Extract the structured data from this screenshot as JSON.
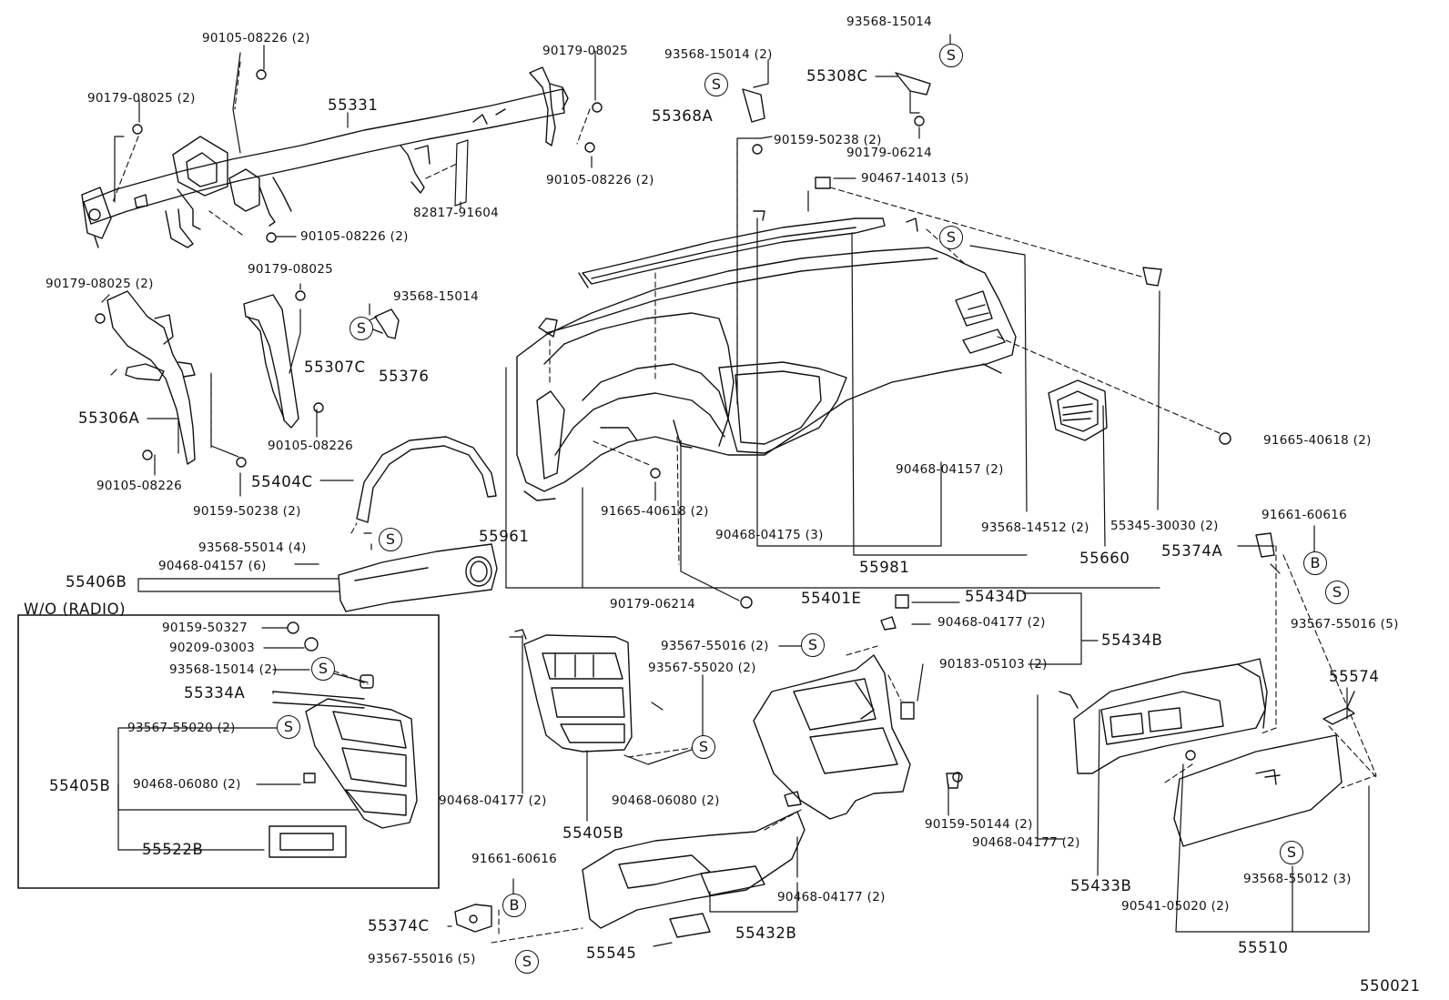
{
  "diagram_code": "550021",
  "section_title": "W/O (RADIO)",
  "symbols": {
    "s": "S",
    "b": "B"
  },
  "parts": {
    "p55331": "55331",
    "p90105_08226_2a": "90105-08226 (2)",
    "p90179_08025_2a": "90179-08025 (2)",
    "p90179_08025a": "90179-08025",
    "p90105_08226_2b": "90105-08226 (2)",
    "p82817_91604": "82817-91604",
    "p90105_08226_2c": "90105-08226 (2)",
    "p93568_15014_2": "93568-15014 (2)",
    "p55368A": "55368A",
    "p90159_50238_2a": "90159-50238 (2)",
    "p93568_15014a": "93568-15014",
    "p55308C": "55308C",
    "p90179_06214a": "90179-06214",
    "p90467_14013_5": "90467-14013 (5)",
    "p90179_08025_2b": "90179-08025 (2)",
    "p90179_08025b": "90179-08025",
    "p93568_15014b": "93568-15014",
    "p55307C": "55307C",
    "p55376": "55376",
    "p55306A": "55306A",
    "p90105_08226a": "90105-08226",
    "p90105_08226b": "90105-08226",
    "p90159_50238_2b": "90159-50238 (2)",
    "p55404C": "55404C",
    "p91665_40618_2a": "91665-40618 (2)",
    "p90468_04157_2": "90468-04157 (2)",
    "p91665_40618_2b": "91665-40618 (2)",
    "p55961": "55961",
    "p90468_04175_3": "90468-04175 (3)",
    "p55981": "55981",
    "p93568_14512_2": "93568-14512 (2)",
    "p55345_30030_2": "55345-30030 (2)",
    "p91661_60616a": "91661-60616",
    "p55660": "55660",
    "p55374A": "55374A",
    "p93568_55014_4": "93568-55014 (4)",
    "p90468_04157_6": "90468-04157 (6)",
    "p55406B": "55406B",
    "p90179_06214b": "90179-06214",
    "p55401E": "55401E",
    "p93567_55016_5a": "93567-55016 (5)",
    "p55434D": "55434D",
    "p90468_04177_2a": "90468-04177 (2)",
    "p55434B": "55434B",
    "p90183_05103_2": "90183-05103 (2)",
    "p90159_50327": "90159-50327",
    "p90209_03003": "90209-03003",
    "p93568_15014_2b": "93568-15014 (2)",
    "p55334A": "55334A",
    "p93567_55020_2a": "93567-55020 (2)",
    "p55405Ba": "55405B",
    "p90468_06080_2a": "90468-06080 (2)",
    "p55522B": "55522B",
    "p93567_55016_2": "93567-55016 (2)",
    "p93567_55020_2b": "93567-55020 (2)",
    "p90468_04177_2b": "90468-04177 (2)",
    "p90468_06080_2b": "90468-06080 (2)",
    "p55405Bb": "55405B",
    "p55574": "55574",
    "p90159_50144_2": "90159-50144 (2)",
    "p90468_04177_2c": "90468-04177 (2)",
    "p55433B": "55433B",
    "p93568_55012_3": "93568-55012 (3)",
    "p90541_05020_2": "90541-05020 (2)",
    "p55510": "55510",
    "p91661_60616b": "91661-60616",
    "p90468_04177_2d": "90468-04177 (2)",
    "p55374C": "55374C",
    "p55432B": "55432B",
    "p93567_55016_5b": "93567-55016 (5)",
    "p55545": "55545"
  }
}
